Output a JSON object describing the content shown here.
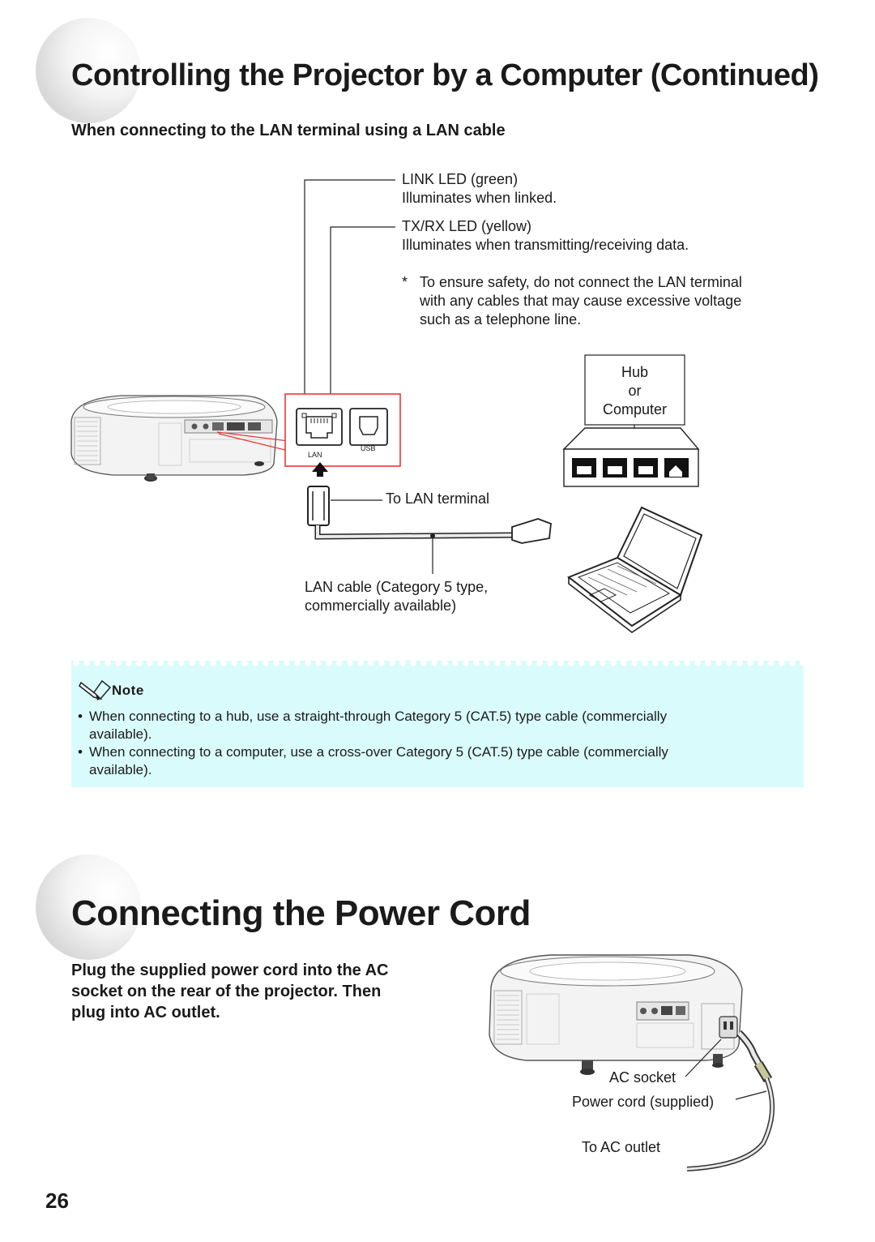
{
  "section1": {
    "title": "Controlling the Projector by a Computer (Continued)",
    "subtitle": "When connecting to the LAN terminal using a LAN cable",
    "callouts": {
      "link_led_title": "LINK LED (green)",
      "link_led_desc": "Illuminates when linked.",
      "txrx_led_title": "TX/RX LED (yellow)",
      "txrx_led_desc": "Illuminates when transmitting/receiving data.",
      "warning_mark": "*",
      "warning_line1": "To ensure safety, do not connect the LAN terminal",
      "warning_line2": "with any cables that may cause excessive voltage",
      "warning_line3": "such as a telephone line.",
      "hub_line1": "Hub",
      "hub_line2": "or",
      "hub_line3": "Computer",
      "port_lan": "LAN",
      "port_usb": "USB",
      "to_lan_terminal": "To LAN terminal",
      "cable_line1": "LAN cable (Category 5 type,",
      "cable_line2": "commercially available)"
    },
    "note": {
      "heading": "Note",
      "items": [
        {
          "bullet": "•",
          "line1": "When connecting to a hub, use a straight-through Category 5 (CAT.5) type cable (commercially",
          "line2": "available)."
        },
        {
          "bullet": "•",
          "line1": "When connecting to a computer, use a cross-over Category 5 (CAT.5) type cable (commercially",
          "line2": "available)."
        }
      ]
    }
  },
  "section2": {
    "title": "Connecting the Power Cord",
    "intro_line1": "Plug the supplied power cord into the AC",
    "intro_line2": "socket on the rear of the projector. Then",
    "intro_line3": "plug into AC outlet.",
    "callouts": {
      "ac_socket": "AC socket",
      "power_cord": "Power cord (supplied)",
      "to_ac_outlet": "To AC outlet"
    }
  },
  "page_number": "26",
  "colors": {
    "note_background": "#d9fbfc",
    "highlight_frame": "#e53935",
    "text": "#1a1a1a"
  }
}
